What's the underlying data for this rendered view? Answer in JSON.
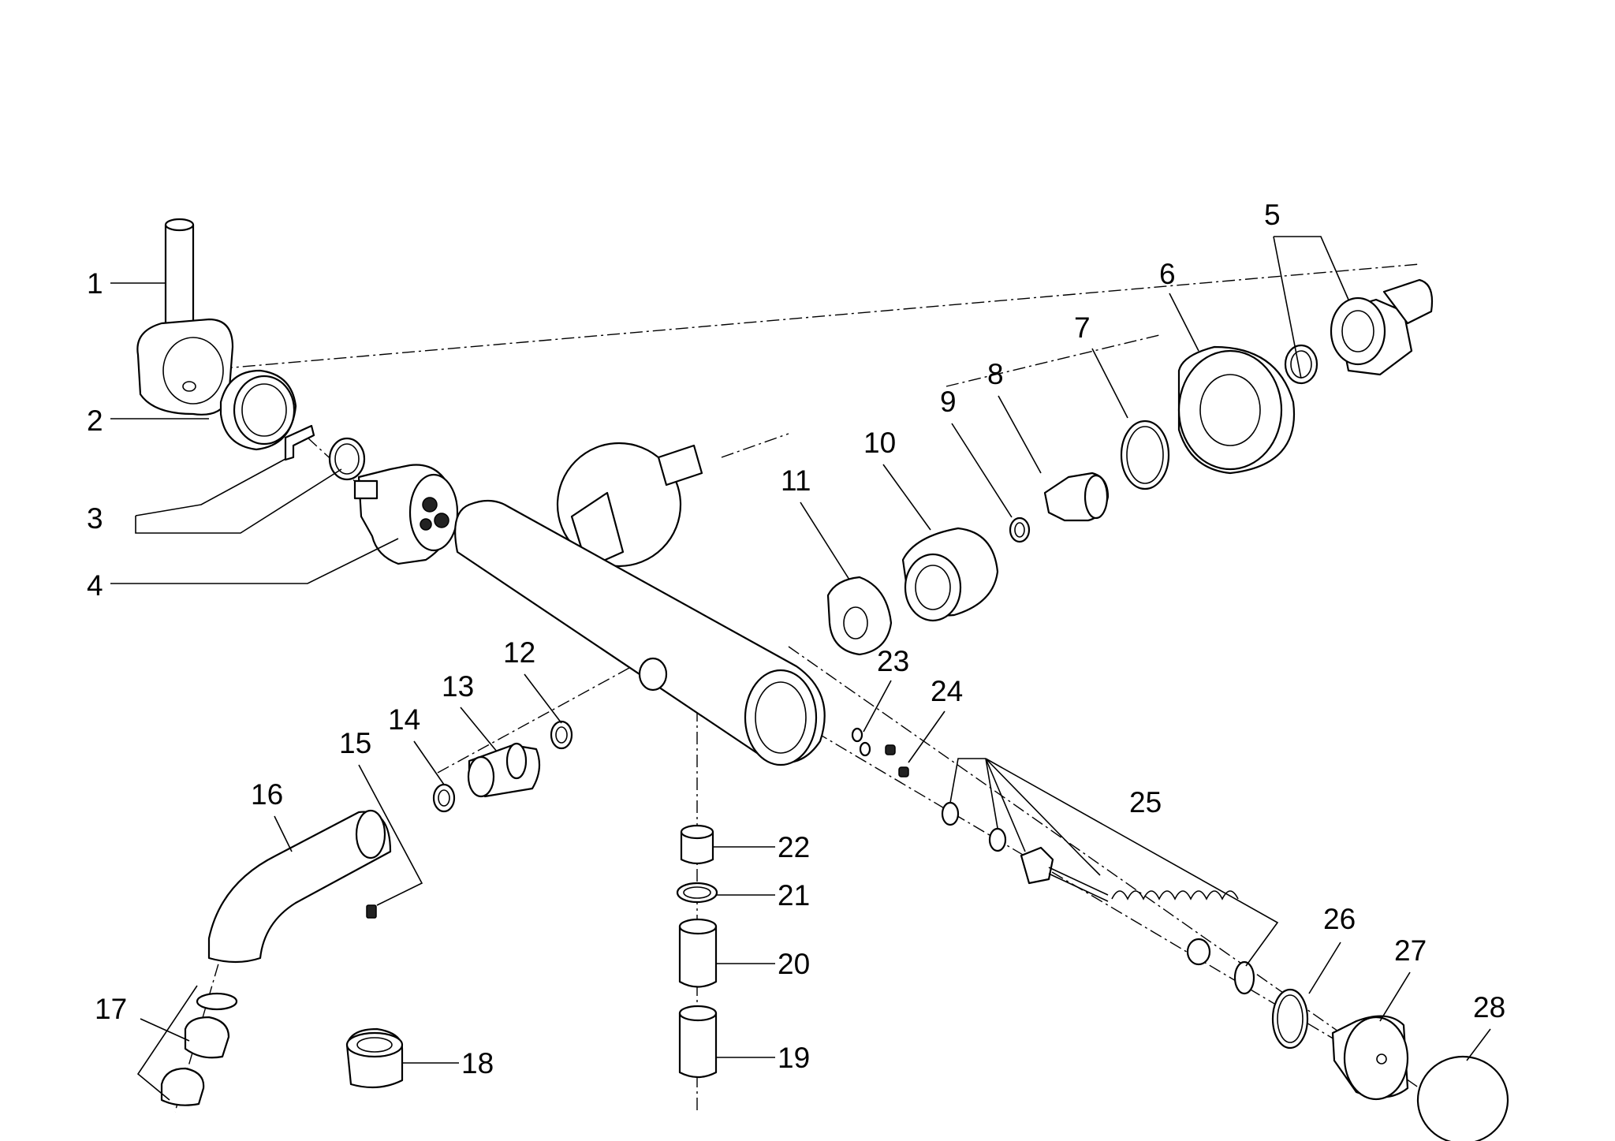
{
  "diagram": {
    "type": "exploded-parts-view",
    "line_color": "#000000",
    "background": "#ffffff",
    "callouts": [
      "1",
      "2",
      "3",
      "4",
      "5",
      "6",
      "7",
      "8",
      "9",
      "10",
      "11",
      "12",
      "13",
      "14",
      "15",
      "16",
      "17",
      "18",
      "19",
      "20",
      "21",
      "22",
      "23",
      "24",
      "25",
      "26",
      "27",
      "28"
    ]
  }
}
